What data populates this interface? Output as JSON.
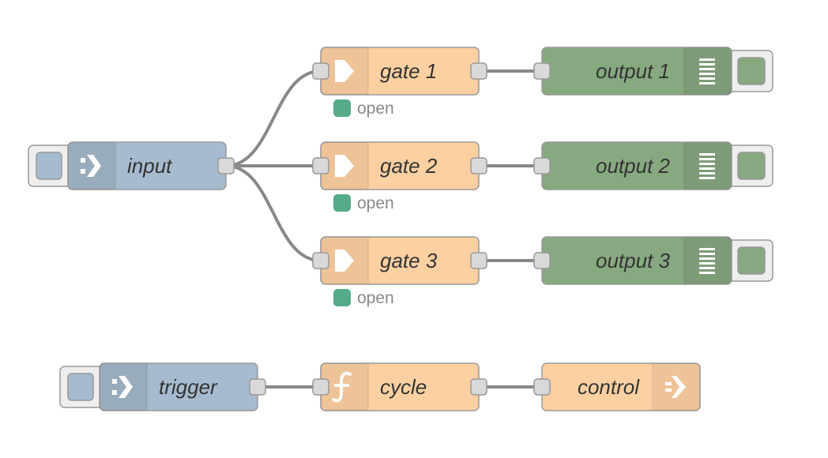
{
  "colors": {
    "inject": "#a6bbcf",
    "gate": "#fdd0a2",
    "function": "#fdd0a2",
    "debug": "#87a980",
    "link": "#fdd0a2",
    "status_green": "#5a8",
    "wire": "#888888"
  },
  "nodes": {
    "input": {
      "label": "input",
      "type": "inject",
      "icon": "inject-arrow-icon"
    },
    "gate1": {
      "label": "gate 1",
      "type": "gate",
      "icon": "arrow-right-icon",
      "status": "open"
    },
    "gate2": {
      "label": "gate 2",
      "type": "gate",
      "icon": "arrow-right-icon",
      "status": "open"
    },
    "gate3": {
      "label": "gate 3",
      "type": "gate",
      "icon": "arrow-right-icon",
      "status": "open"
    },
    "output1": {
      "label": "output 1",
      "type": "debug",
      "icon": "debug-lines-icon"
    },
    "output2": {
      "label": "output 2",
      "type": "debug",
      "icon": "debug-lines-icon"
    },
    "output3": {
      "label": "output 3",
      "type": "debug",
      "icon": "debug-lines-icon"
    },
    "trigger": {
      "label": "trigger",
      "type": "inject",
      "icon": "inject-arrow-icon"
    },
    "cycle": {
      "label": "cycle",
      "type": "function",
      "icon": "function-icon"
    },
    "control": {
      "label": "control",
      "type": "link",
      "icon": "link-out-icon"
    }
  },
  "wires": [
    [
      "input",
      "gate1"
    ],
    [
      "input",
      "gate2"
    ],
    [
      "input",
      "gate3"
    ],
    [
      "gate1",
      "output1"
    ],
    [
      "gate2",
      "output2"
    ],
    [
      "gate3",
      "output3"
    ],
    [
      "trigger",
      "cycle"
    ],
    [
      "cycle",
      "control"
    ]
  ]
}
